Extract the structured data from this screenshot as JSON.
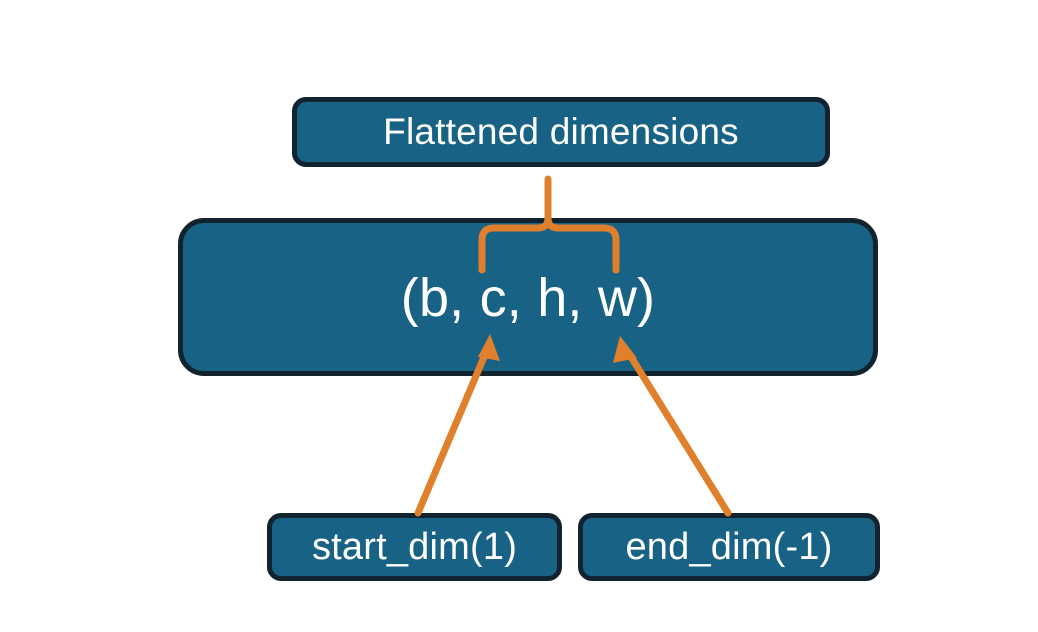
{
  "diagram": {
    "title_text": "Flattened dimensions",
    "background_color": "#ffffff",
    "box_fill_color": "#176285",
    "box_border_color": "#11232f",
    "box_text_color": "#ffffff",
    "annotation_color": "#e1802c",
    "nodes": {
      "flattened": {
        "label": "Flattened dimensions"
      },
      "shape": {
        "label": "(b, c, h, w)"
      },
      "start_dim": {
        "label": "start_dim(1)"
      },
      "end_dim": {
        "label": "end_dim(-1)"
      }
    },
    "annotations": {
      "brace": {
        "name": "curly-brace-over-c-h-w",
        "spans_tokens": "c, h, w"
      },
      "arrow_start": {
        "name": "arrow-start-dim-to-c",
        "from": "start_dim(1)",
        "to": "c"
      },
      "arrow_end": {
        "name": "arrow-end-dim-to-w",
        "from": "end_dim(-1)",
        "to": "w"
      }
    }
  }
}
